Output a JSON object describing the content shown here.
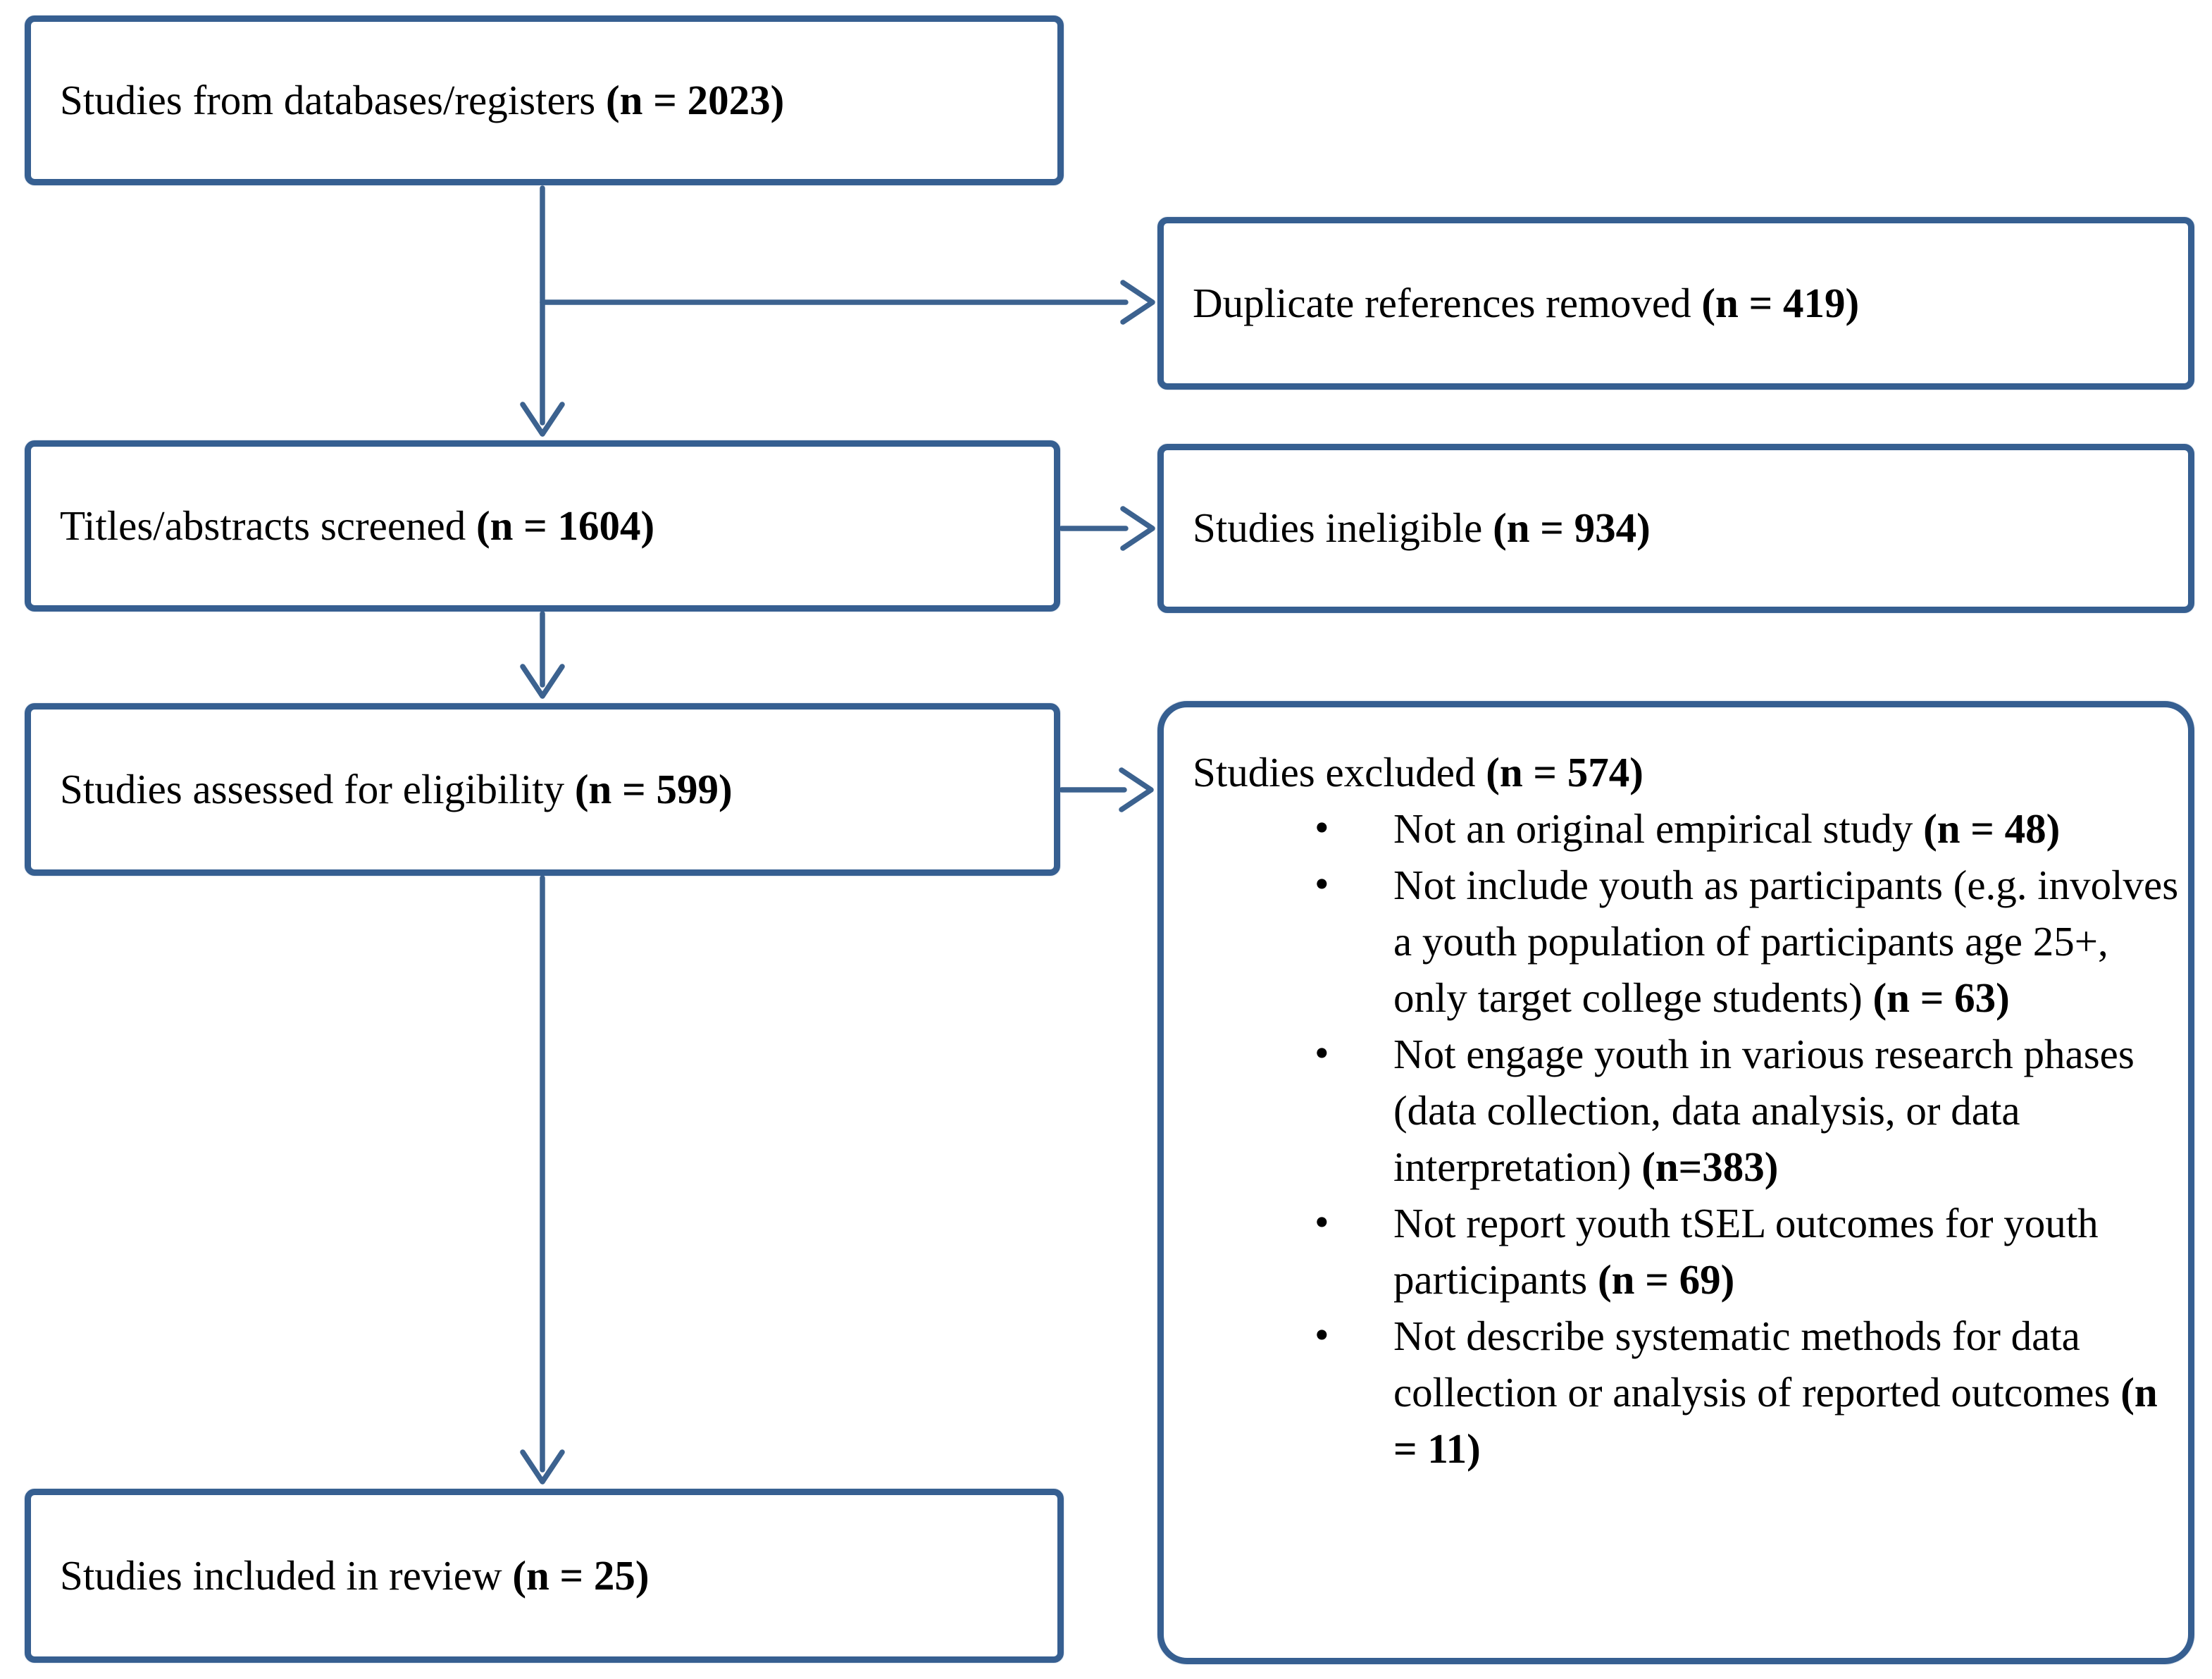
{
  "flow": {
    "bullet_glyph": "•",
    "colors": {
      "border": "#365f91",
      "arrow": "#3c628f",
      "text": "#000000",
      "background": "#ffffff"
    },
    "boxes": {
      "databases": {
        "text": "Studies from databases/registers ",
        "n": "(n = 2023)"
      },
      "duplicates": {
        "text": "Duplicate references removed ",
        "n": "(n = 419)"
      },
      "screened": {
        "text": "Titles/abstracts screened ",
        "n": "(n = 1604)"
      },
      "ineligible": {
        "text": "Studies ineligible ",
        "n": "(n = 934)"
      },
      "assessed": {
        "text": "Studies assessed for eligibility ",
        "n": "(n = 599)"
      },
      "excluded": {
        "text": "Studies excluded ",
        "n": "(n = 574)",
        "reasons": [
          {
            "text": "Not an original empirical study ",
            "n": "(n = 48)"
          },
          {
            "text": "Not include youth as participants (e.g. involves a youth population of participants age 25+, only target college students) ",
            "n": "(n = 63)"
          },
          {
            "text": "Not engage youth in various research phases (data collection, data analysis, or data interpretation) ",
            "n": "(n=383)"
          },
          {
            "text": "Not report youth tSEL outcomes for youth participants ",
            "n": "(n = 69)"
          },
          {
            "text": "Not describe systematic methods for data collection or analysis of reported outcomes ",
            "n": "(n = 11)"
          }
        ]
      },
      "included": {
        "text": "Studies included in review ",
        "n": "(n = 25)"
      }
    }
  }
}
